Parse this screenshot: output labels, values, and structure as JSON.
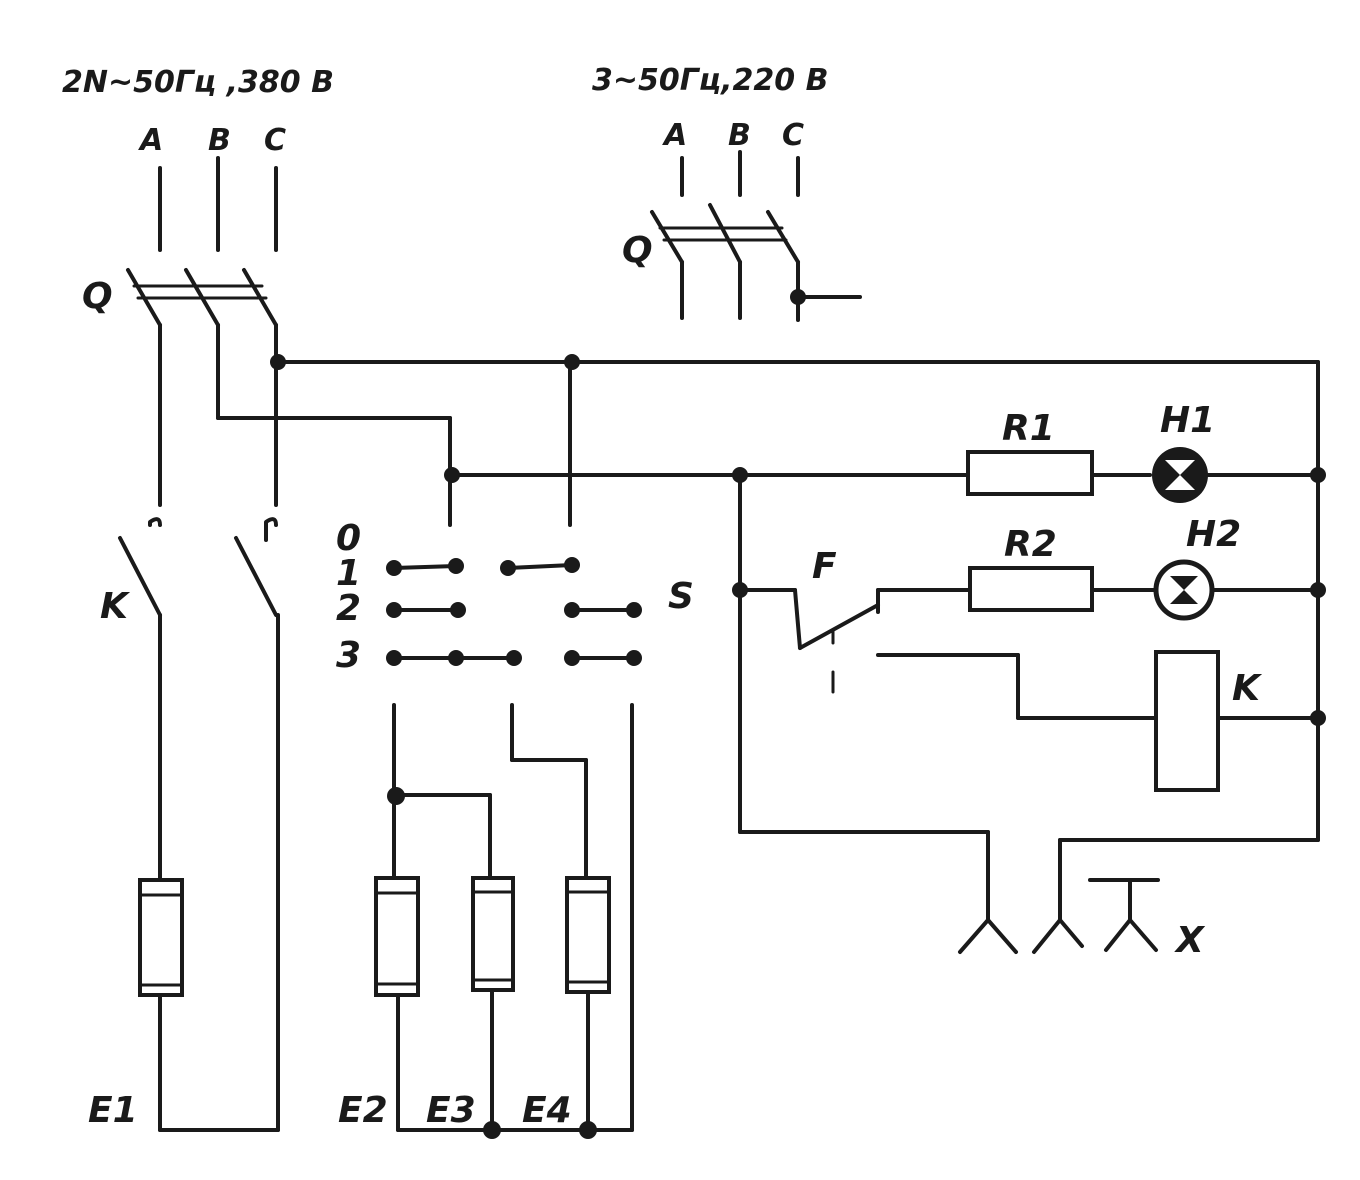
{
  "supply_left": {
    "title": "2N~50Гц ,380 В",
    "phases": [
      "A",
      "B",
      "C"
    ],
    "switch": "Q"
  },
  "supply_right": {
    "title": "3~50Гц,220 В",
    "phases": [
      "A",
      "B",
      "C"
    ],
    "switch": "Q"
  },
  "contactor": "K",
  "selector": {
    "label": "S",
    "positions": [
      "0",
      "1",
      "2",
      "3"
    ]
  },
  "heaters": [
    "E1",
    "E2",
    "E3",
    "E4"
  ],
  "resistors": [
    "R1",
    "R2"
  ],
  "lamps": [
    "H1",
    "H2"
  ],
  "thermal_relay": "F",
  "coil": "K",
  "plug": "X"
}
